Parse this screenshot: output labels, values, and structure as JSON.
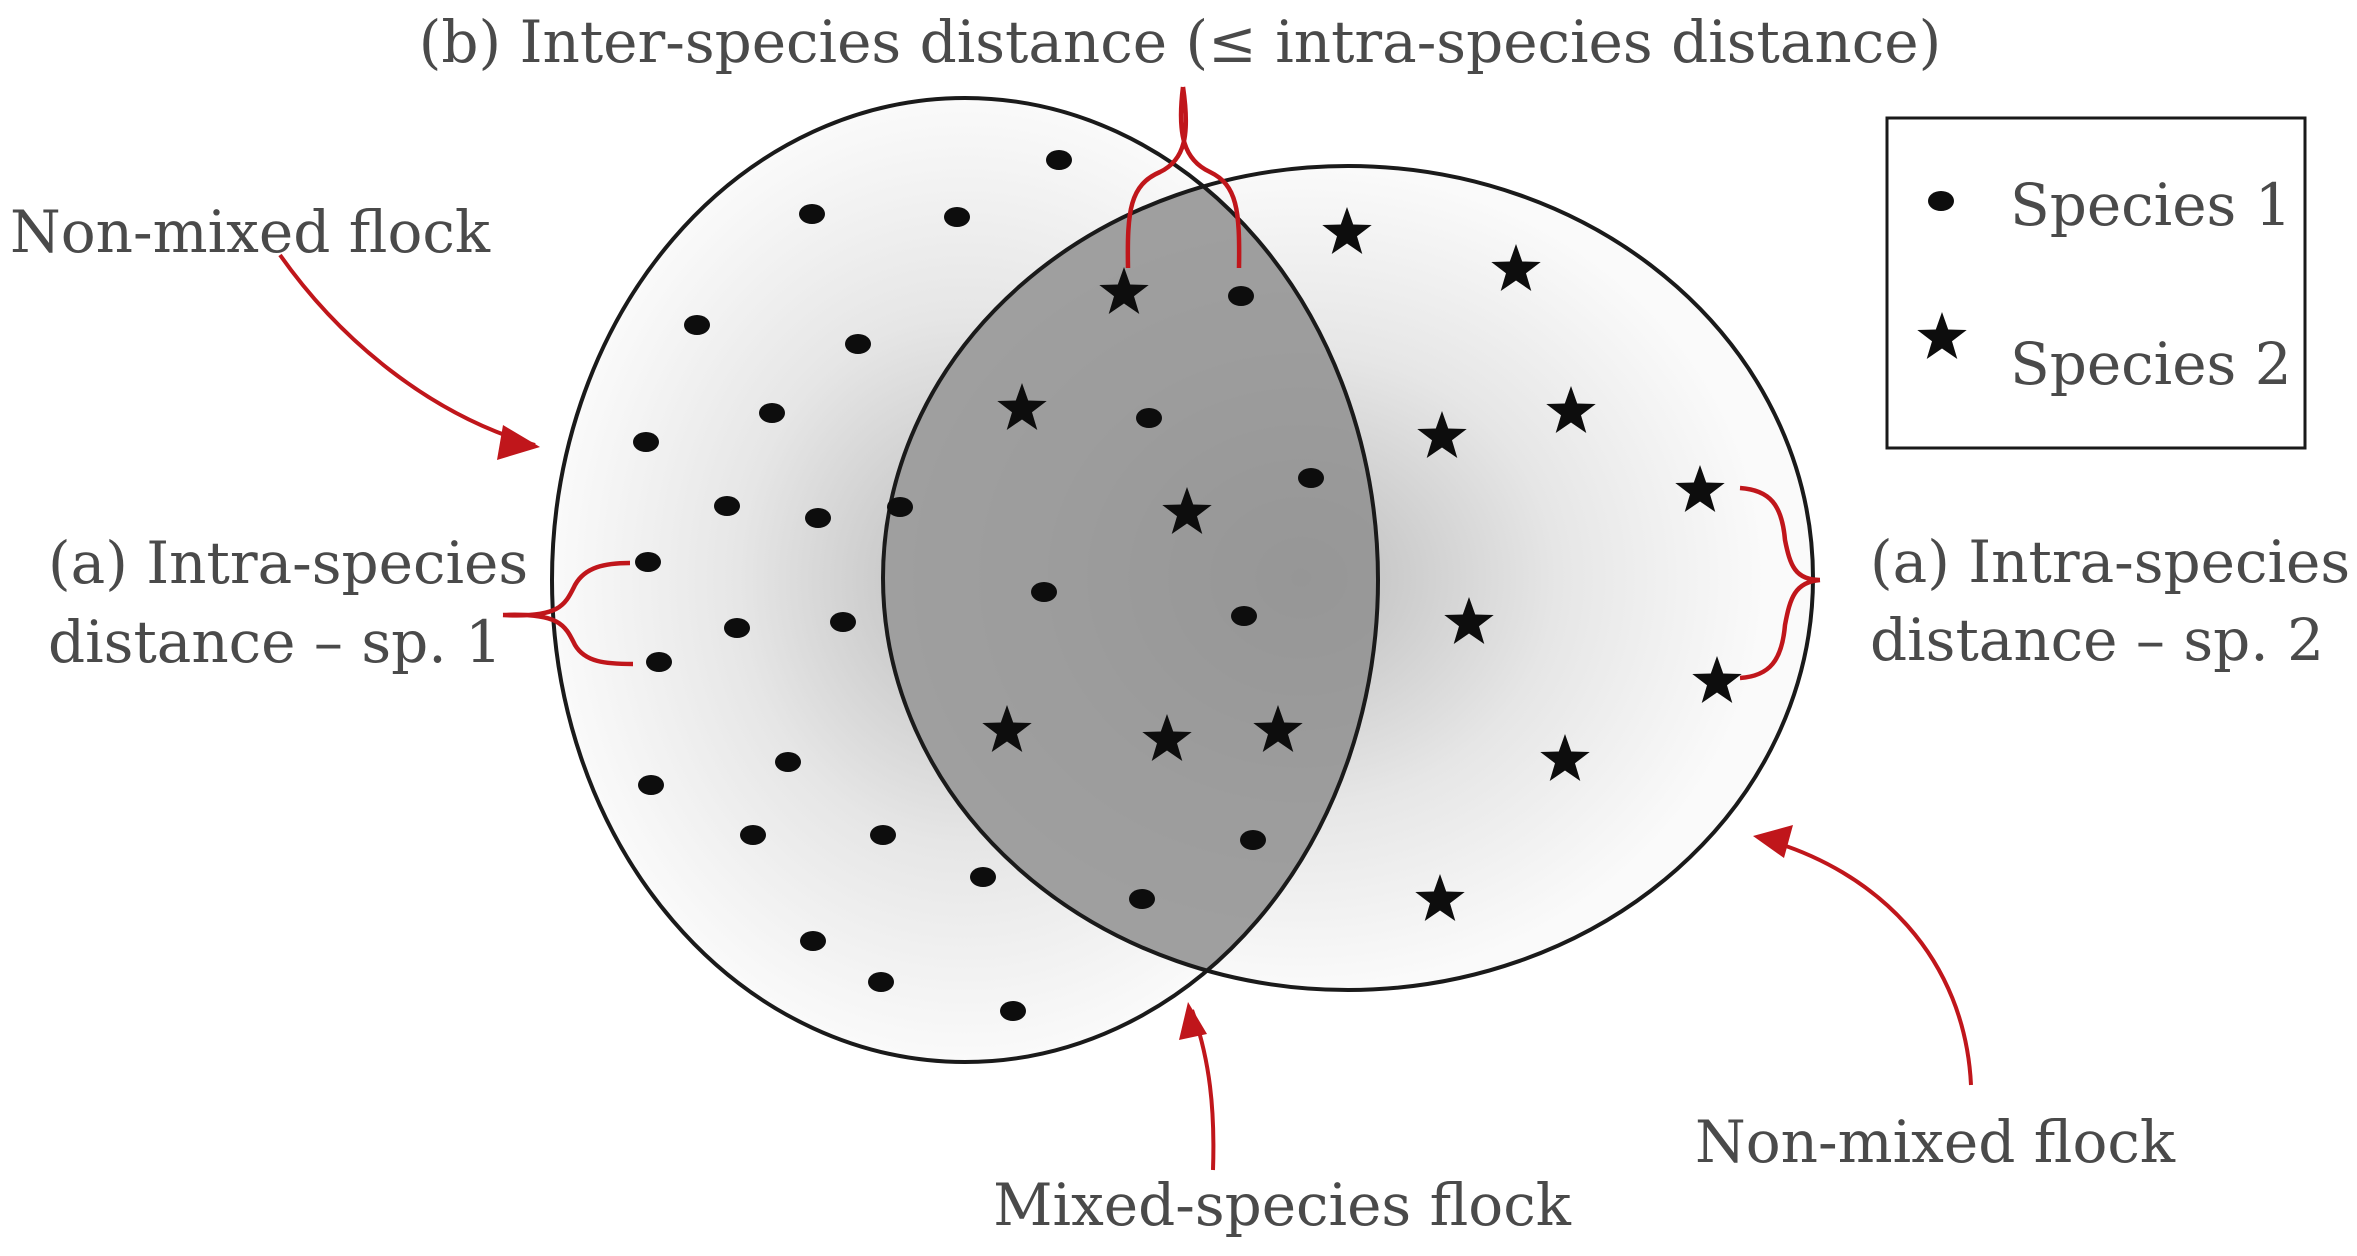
{
  "title": "(b) Inter-species distance (≤ intra-species distance)",
  "labels": {
    "non_mixed_left": "Non-mixed flock",
    "non_mixed_right": "Non-mixed flock",
    "mixed": "Mixed-species flock",
    "intra_sp1_line1": "(a) Intra-species",
    "intra_sp1_line2": "distance – sp. 1",
    "intra_sp2_line1": "(a) Intra-species",
    "intra_sp2_line2": "distance – sp. 2"
  },
  "legend": {
    "species1": "Species 1",
    "species2": "Species 2",
    "species1_icon": "dot-icon",
    "species2_icon": "star-icon"
  },
  "colors": {
    "annotation": "#c0161b",
    "overlap": "#8f8f8f",
    "flock_fill": "#f3f3f3",
    "marker": "#0d0d0d"
  }
}
